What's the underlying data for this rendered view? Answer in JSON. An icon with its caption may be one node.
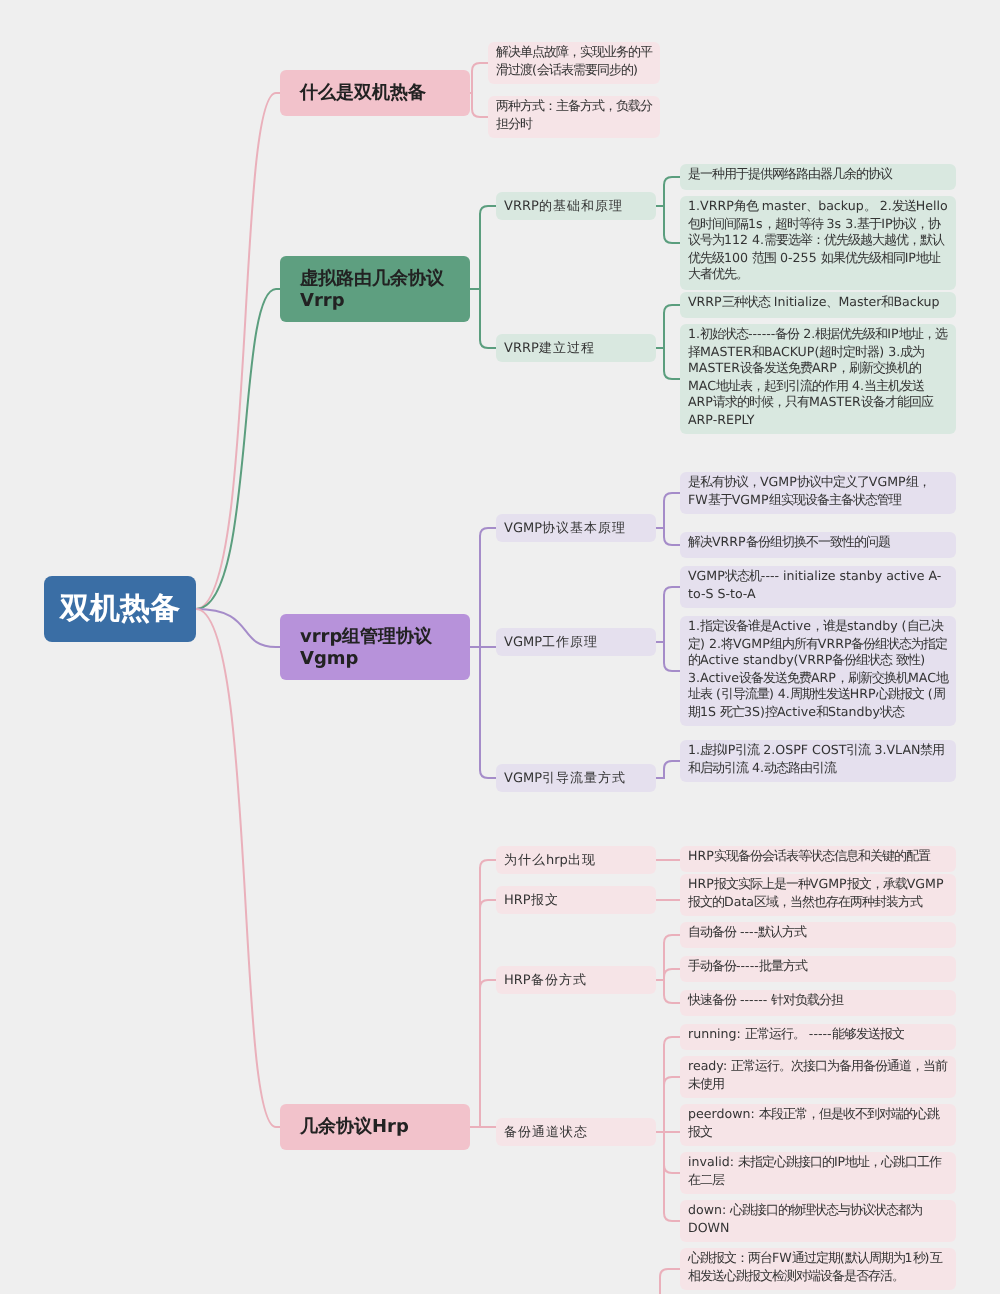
{
  "diagram": {
    "nodes": [
      {
        "text": [
          "双机热备"
        ]
      },
      {
        "text": [
          "什么是双机热备"
        ]
      },
      {
        "text": [
          "解决单点故障，实现业务的平滑过渡(会话表需要同步的)"
        ]
      },
      {
        "text": [
          "两种方式：主备方式，负载分担分时"
        ]
      },
      {
        "text": [
          "虚拟路由几余协议Vrrp"
        ]
      },
      {
        "text": [
          "VRRP的基础和原理"
        ]
      },
      {
        "text": [
          "是一种用于提供网络路由器几余的协议"
        ]
      },
      {
        "text": [
          "1.VRRP角色 master、backup。 2.发送Hello包时间间隔1s，超时等待 3s 3.基于IP协议，协议号为112 4.需要选举：优先级越大越优，默认优先级100 范围 0-255 如果优先级相同IP地址大者优先。"
        ]
      },
      {
        "text": [
          "VRRP建立过程"
        ]
      },
      {
        "text": [
          "VRRP三种状态 Initialize、Master和Backup"
        ]
      },
      {
        "text": [
          "1.初始状态------备份 2.根据优先级和IP地址，选择MASTER和BACKUP(超时定时器) 3.成为MASTER设备发送免费ARP，刷新交换机的MAC地址表，起到引流的作用 4.当主机发送ARP请求的时候，只有MASTER设备才能回应ARP-REPLY"
        ]
      },
      {
        "text": [
          "vrrp组管理协议Vgmp"
        ]
      },
      {
        "text": [
          "VGMP协议基本原理"
        ]
      },
      {
        "text": [
          "是私有协议，VGMP协议中定义了VGMP组，FW基于VGMP组实现设备主备状态管理"
        ]
      },
      {
        "text": [
          "解决VRRP备份组切换不一致性的问题"
        ]
      },
      {
        "text": [
          "VGMP工作原理"
        ]
      },
      {
        "text": [
          "VGMP状态机---- initialize stanby active A-to-S S-to-A"
        ]
      },
      {
        "text": [
          "1.指定设备谁是Active，谁是standby (自己决定) 2.将VGMP组内所有VRRP备份组状态为指定的Active standby(VRRP备份组状态 致性) 3.Active设备发送免费ARP，刷新交换机MAC地址表 (引导流量) 4.周期性发送HRP心跳报文 (周期1S 死亡3S)控Active和Standby状态"
        ]
      },
      {
        "text": [
          "VGMP引导流量方式"
        ]
      },
      {
        "text": [
          "1.虚拟IP引流 2.OSPF COST引流 3.VLAN禁用和启动引流 4.动态路由引流"
        ]
      },
      {
        "text": [
          "几余协议Hrp"
        ]
      },
      {
        "text": [
          "为什么hrp出现"
        ]
      },
      {
        "text": [
          "HRP实现备份会话表等状态信息和关键的配置"
        ]
      },
      {
        "text": [
          "HRP报文"
        ]
      },
      {
        "text": [
          "HRP报文实际上是一种VGMP报文，承载VGMP报文的Data区域，当然也存在两种封装方式"
        ]
      },
      {
        "text": [
          "HRP备份方式"
        ]
      },
      {
        "text": [
          "自动备份 ----默认方式"
        ]
      },
      {
        "text": [
          "手动备份-----批量方式"
        ]
      },
      {
        "text": [
          "快速备份 ------ 针对负载分担"
        ]
      },
      {
        "text": [
          "备份通道状态"
        ]
      },
      {
        "text": [
          "running: 正常运行。 -----能够发送报文"
        ]
      },
      {
        "text": [
          "ready: 正常运行。次接口为备用备份通道，当前未使用"
        ]
      },
      {
        "text": [
          "peerdown: 本段正常，但是收不到对端的心跳报文"
        ]
      },
      {
        "text": [
          "invalid: 未指定心跳接口的IP地址，心跳口工作在二层"
        ]
      },
      {
        "text": [
          "down: 心跳接口的物理状态与协议状态都为DOWN"
        ]
      },
      {
        "text": [
          "心跳报文：两台FW通过定期(默认周期为1秒)互相发送心跳报文检测对端设备是否存活。"
        ]
      }
    ],
    "edges": [
      {
        "from": 0,
        "to": 1,
        "arrow": "none",
        "color": "#eab0bb"
      },
      {
        "from": 0,
        "to": 4,
        "arrow": "none",
        "color": "#5b9e7e"
      },
      {
        "from": 0,
        "to": 11,
        "arrow": "none",
        "color": "#a58cc9"
      },
      {
        "from": 0,
        "to": 20,
        "arrow": "none",
        "color": "#eab0bb"
      },
      {
        "from": 1,
        "to": 2,
        "arrow": "none",
        "color": "#eab0bb"
      },
      {
        "from": 1,
        "to": 3,
        "arrow": "none",
        "color": "#eab0bb"
      },
      {
        "from": 4,
        "to": 5,
        "arrow": "none",
        "color": "#5b9e7e"
      },
      {
        "from": 4,
        "to": 8,
        "arrow": "none",
        "color": "#5b9e7e"
      },
      {
        "from": 5,
        "to": 6,
        "arrow": "none",
        "color": "#5b9e7e"
      },
      {
        "from": 5,
        "to": 7,
        "arrow": "none",
        "color": "#5b9e7e"
      },
      {
        "from": 8,
        "to": 9,
        "arrow": "none",
        "color": "#5b9e7e"
      },
      {
        "from": 8,
        "to": 10,
        "arrow": "none",
        "color": "#5b9e7e"
      },
      {
        "from": 11,
        "to": 12,
        "arrow": "none",
        "color": "#a58cc9"
      },
      {
        "from": 11,
        "to": 15,
        "arrow": "none",
        "color": "#a58cc9"
      },
      {
        "from": 11,
        "to": 18,
        "arrow": "none",
        "color": "#a58cc9"
      },
      {
        "from": 12,
        "to": 13,
        "arrow": "none",
        "color": "#a58cc9"
      },
      {
        "from": 12,
        "to": 14,
        "arrow": "none",
        "color": "#a58cc9"
      },
      {
        "from": 15,
        "to": 16,
        "arrow": "none",
        "color": "#a58cc9"
      },
      {
        "from": 15,
        "to": 17,
        "arrow": "none",
        "color": "#a58cc9"
      },
      {
        "from": 18,
        "to": 19,
        "arrow": "none",
        "color": "#a58cc9"
      },
      {
        "from": 20,
        "to": 21,
        "arrow": "none",
        "color": "#eab0bb"
      },
      {
        "from": 20,
        "to": 23,
        "arrow": "none",
        "color": "#eab0bb"
      },
      {
        "from": 20,
        "to": 25,
        "arrow": "none",
        "color": "#eab0bb"
      },
      {
        "from": 20,
        "to": 29,
        "arrow": "none",
        "color": "#eab0bb"
      },
      {
        "from": 21,
        "to": 22,
        "arrow": "none",
        "color": "#eab0bb"
      },
      {
        "from": 23,
        "to": 24,
        "arrow": "none",
        "color": "#eab0bb"
      },
      {
        "from": 25,
        "to": 26,
        "arrow": "none",
        "color": "#eab0bb"
      },
      {
        "from": 25,
        "to": 27,
        "arrow": "none",
        "color": "#eab0bb"
      },
      {
        "from": 25,
        "to": 28,
        "arrow": "none",
        "color": "#eab0bb"
      },
      {
        "from": 29,
        "to": 30,
        "arrow": "none",
        "color": "#eab0bb"
      },
      {
        "from": 29,
        "to": 31,
        "arrow": "none",
        "color": "#eab0bb"
      },
      {
        "from": 29,
        "to": 32,
        "arrow": "none",
        "color": "#eab0bb"
      },
      {
        "from": 29,
        "to": 33,
        "arrow": "none",
        "color": "#eab0bb"
      },
      {
        "from": 29,
        "to": 34,
        "arrow": "none",
        "color": "#eab0bb"
      },
      {
        "from": null,
        "to": 35,
        "arrow": "none",
        "color": "#eab0bb"
      }
    ]
  }
}
